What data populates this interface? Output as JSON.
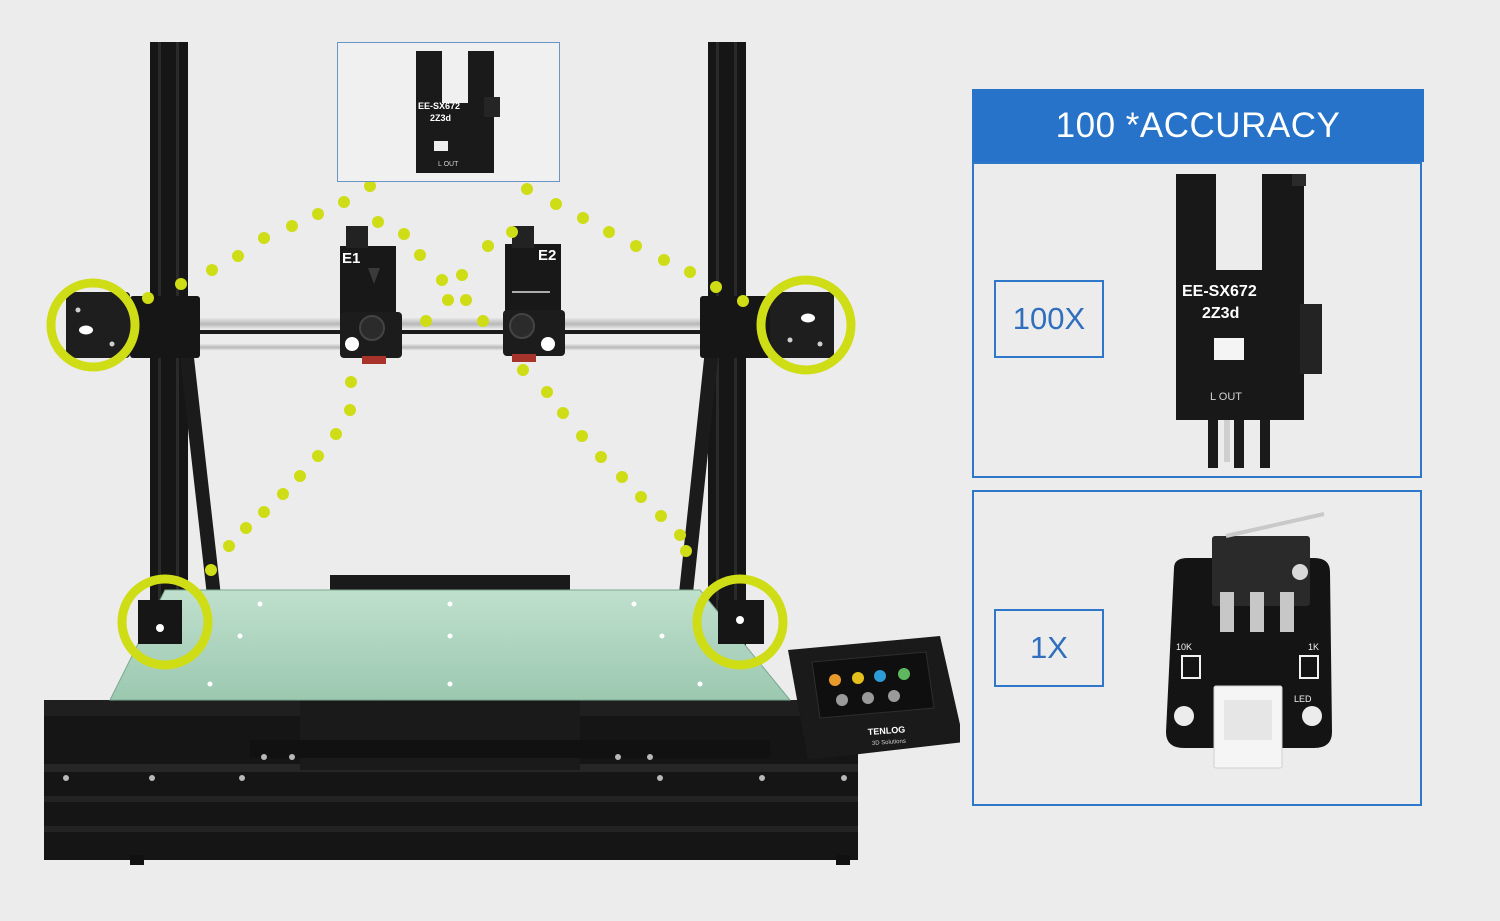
{
  "accuracy_panel": {
    "header": "100 *ACCURACY",
    "optical_sensor": {
      "multiplier_label": "100X",
      "part_marking_line1": "EE-SX672",
      "part_marking_line2": "2Z3d",
      "part_marking_bottom": "L OUT"
    },
    "mechanical_switch": {
      "multiplier_label": "1X",
      "pin_label_left": "10K",
      "pin_label_right": "1K",
      "led_label": "LED"
    }
  },
  "printer": {
    "extruder_left_label": "E1",
    "extruder_right_label": "E2",
    "inset_sensor_line1": "EE-SX672",
    "inset_sensor_line2": "2Z3d",
    "inset_sensor_bottom": "L OUT",
    "display_brand": "TENLOG",
    "display_subtitle": "3D Solutions"
  },
  "colors": {
    "accent_blue": "#2773c9",
    "highlight_yellow_green": "#cfdd17",
    "frame_black": "#141414",
    "bed_green": "#a9d1bb"
  }
}
